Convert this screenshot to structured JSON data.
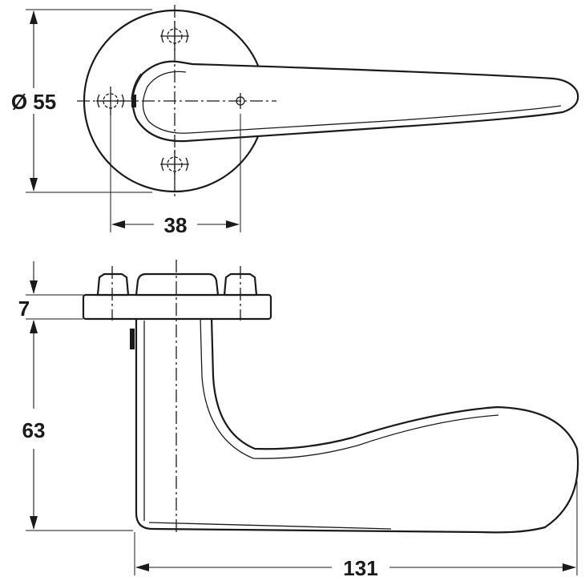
{
  "dimensions": {
    "rose_diameter": "Ø 55",
    "hole_spacing": "38",
    "rose_thickness": "7",
    "lever_height": "63",
    "lever_length": "131"
  }
}
